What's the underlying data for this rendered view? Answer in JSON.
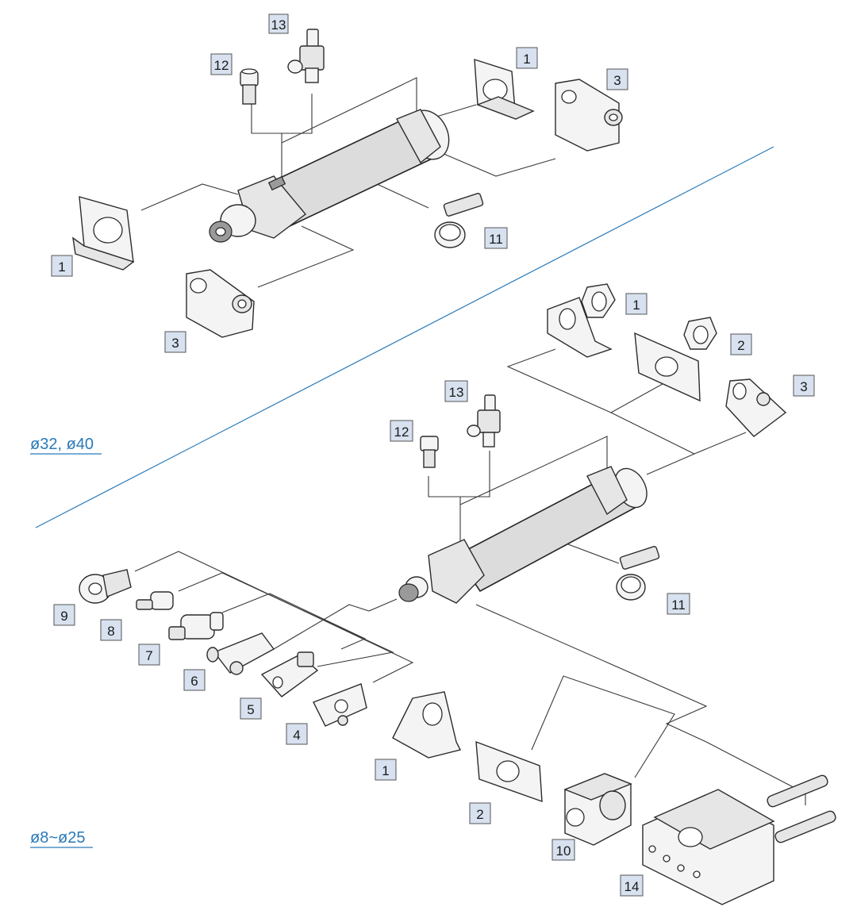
{
  "series_labels": {
    "large": "ø32, ø40",
    "small": "ø8~ø25"
  },
  "callouts": {
    "large_group": [
      "13",
      "12",
      "1",
      "3",
      "11",
      "1",
      "3"
    ],
    "small_top_group": [
      "1",
      "2",
      "3",
      "13",
      "12",
      "11"
    ],
    "rod_accessories": [
      "9",
      "8",
      "7",
      "6",
      "5",
      "4"
    ],
    "mount_group": [
      "1",
      "2",
      "10",
      "14"
    ]
  },
  "colors": {
    "accent_line": "#2a7ab9",
    "callout_fill": "#d7e1ef",
    "part_fill": "#f4f4f4"
  }
}
